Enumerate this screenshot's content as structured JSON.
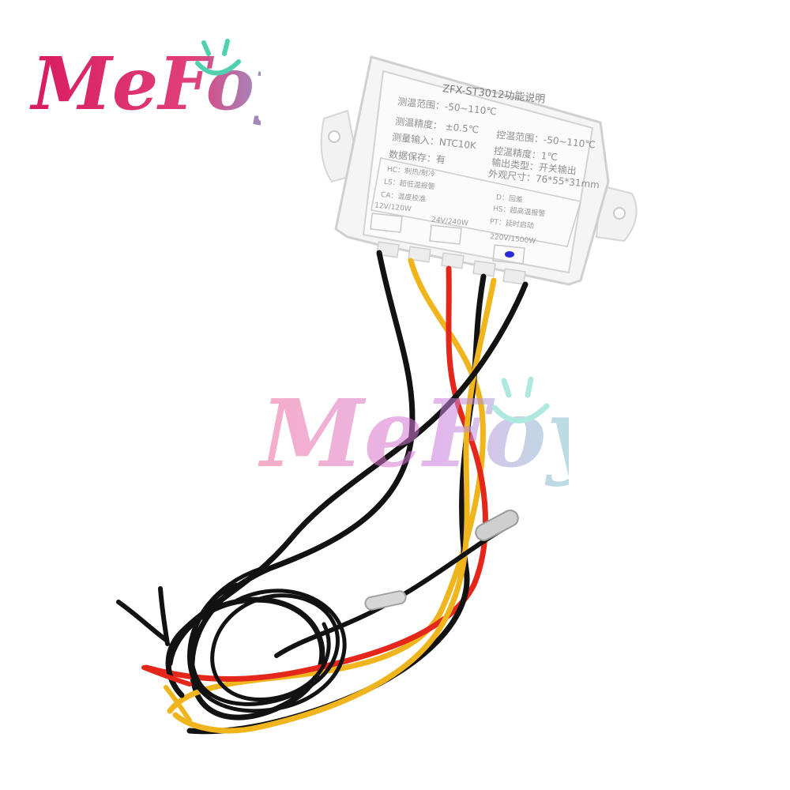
{
  "logo": {
    "text": "MeFoy"
  },
  "panel": {
    "title": "ZFX-ST3012功能说明",
    "lines": {
      "range_left": "测温范围：-50~110℃",
      "precision_left": "测温精度： ±0.5℃",
      "input": "测量输入：NTC10K",
      "memory": "数据保存：有",
      "range_right": "控温范围：-50~110℃",
      "precision_right": "控温精度：1℃",
      "output_type": "输出类型：开关输出",
      "dimensions": "外观尺寸：76*55*31mm"
    },
    "modes": {
      "hc": "HC：制热/制冷",
      "ls": "LS：超低温报警",
      "ca": "CA：温度校准",
      "d": "D：回差",
      "hs": "HS：超高温报警",
      "pt": "PT：延时启动"
    },
    "voltages": {
      "v12": "12V/120W",
      "v24": "24V/240W",
      "v220": "220V/1500W"
    }
  },
  "colors": {
    "wire_black": "#121212",
    "wire_red": "#e4261b",
    "wire_yellow": "#f0b41c",
    "housing": "#f4f4f4",
    "label_border": "#cfcfcf",
    "mark_blue": "#2a2ad8"
  }
}
